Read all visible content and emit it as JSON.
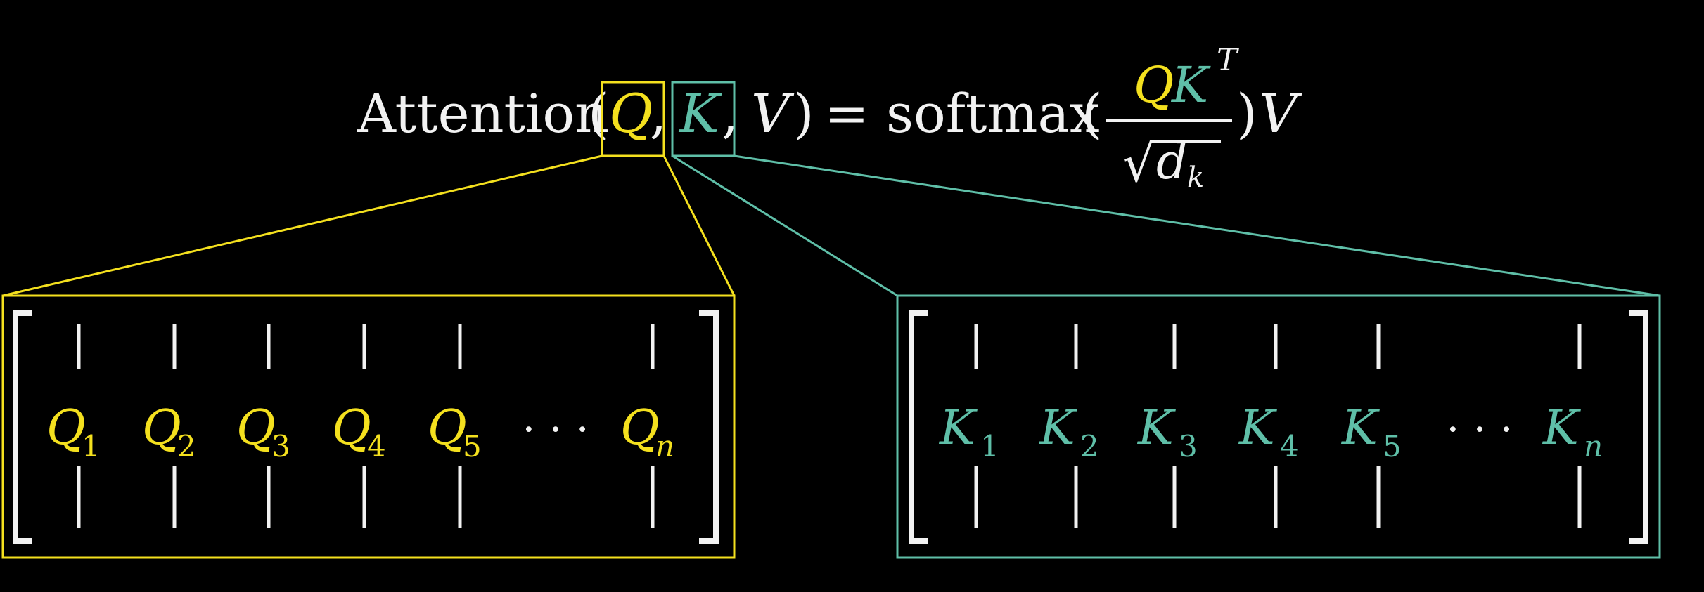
{
  "colors": {
    "background": "#000000",
    "text": "#f2f2f2",
    "query": "#f4e01e",
    "key": "#5fbfa8"
  },
  "formula": {
    "func_name": "Attention",
    "open_paren": "(",
    "q": "Q",
    "comma1": ",",
    "k": "K",
    "comma2": ",",
    "v": "V",
    "close_paren": ")",
    "equals": "=",
    "softmax": "softmax",
    "soft_open": "(",
    "num_q": "Q",
    "num_k": "K",
    "num_sup": "T",
    "den_sqrt": "√",
    "den_d": "d",
    "den_sub": "k",
    "soft_close": ")",
    "tail_v": "V"
  },
  "query_matrix": {
    "symbol": "Q",
    "subscripts": [
      "1",
      "2",
      "3",
      "4",
      "5"
    ],
    "ellipsis": "· · ·",
    "last_subscript": "n"
  },
  "key_matrix": {
    "symbol": "K",
    "subscripts": [
      "1",
      "2",
      "3",
      "4",
      "5"
    ],
    "ellipsis": "· · ·",
    "last_subscript": "n"
  }
}
